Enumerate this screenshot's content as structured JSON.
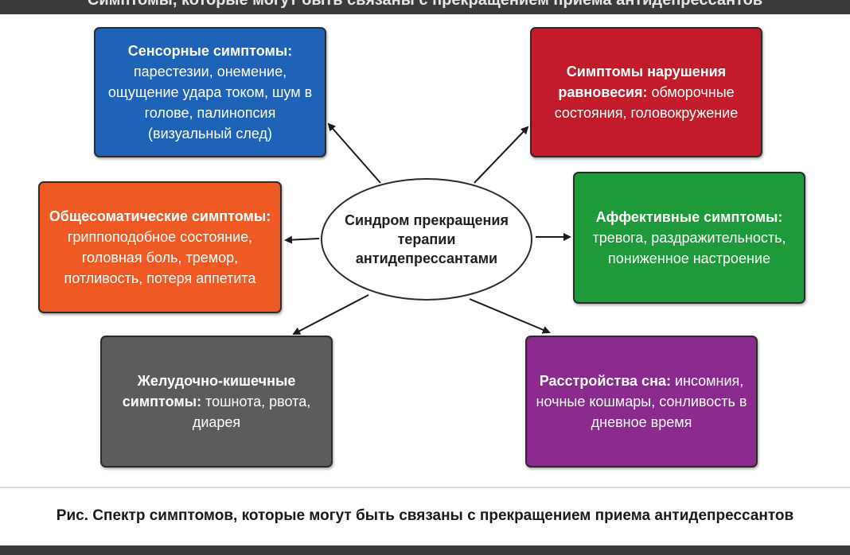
{
  "top_bar": {
    "text": "Симптомы, которые могут быть связаны с прекращением приема антидепрессантов"
  },
  "diagram": {
    "center": {
      "label": "Синдром прекращения терапии антидепрессантами"
    },
    "boxes": [
      {
        "id": "sensory",
        "title": "Сенсорные симптомы:",
        "body": " парестезии, онемение, ощущение удара током, шум в голове, палинопсия (визуальный след)",
        "color": "#1f63b8"
      },
      {
        "id": "balance",
        "title": "Симптомы нарушения равновесия:",
        "body": " обморочные состояния, головокружение",
        "color": "#c21c2a"
      },
      {
        "id": "somatic",
        "title": "Общесоматические симптомы:",
        "body": " гриппоподобное состояние, головная боль, тремор, потливость, потеря аппетита",
        "color": "#ef5a24"
      },
      {
        "id": "affective",
        "title": "Аффективные симптомы:",
        "body": " тревога, раздражительность, пониженное настроение",
        "color": "#1f9a3a"
      },
      {
        "id": "gastro",
        "title": "Желудочно-кишечные симптомы:",
        "body": " тошнота, рвота, диарея",
        "color": "#5c5c5c"
      },
      {
        "id": "sleep",
        "title": "Расстройства сна:",
        "body": " инсомния, ночные кошмары, сонливость в дневное время",
        "color": "#8a2a8c"
      }
    ]
  },
  "caption": {
    "text": "Рис. Спектр симптомов, которые могут быть связаны с прекращением приема антидепрессантов"
  },
  "colors": {
    "arrow": "#1a1a1a",
    "border": "#2b2b2b",
    "background": "#ffffff",
    "frame": "#3b3b3b"
  }
}
